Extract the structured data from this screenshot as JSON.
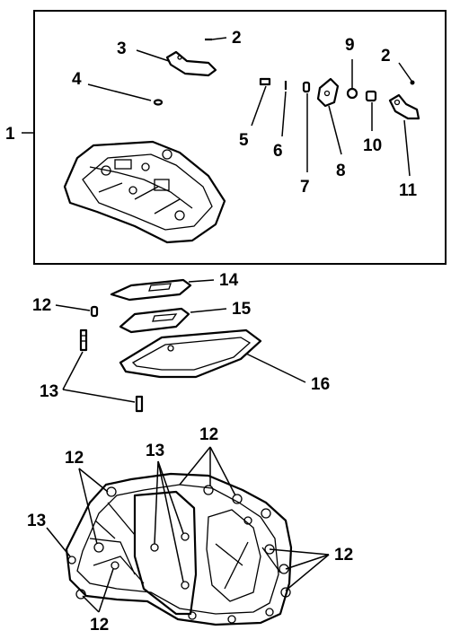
{
  "diagram": {
    "callouts": [
      {
        "id": "c1",
        "text": "1"
      },
      {
        "id": "c2a",
        "text": "2"
      },
      {
        "id": "c2b",
        "text": "2"
      },
      {
        "id": "c3",
        "text": "3"
      },
      {
        "id": "c4",
        "text": "4"
      },
      {
        "id": "c5",
        "text": "5"
      },
      {
        "id": "c6",
        "text": "6"
      },
      {
        "id": "c7",
        "text": "7"
      },
      {
        "id": "c8",
        "text": "8"
      },
      {
        "id": "c9",
        "text": "9"
      },
      {
        "id": "c10",
        "text": "10"
      },
      {
        "id": "c11",
        "text": "11"
      },
      {
        "id": "c12a",
        "text": "12"
      },
      {
        "id": "c13a",
        "text": "13"
      },
      {
        "id": "c14",
        "text": "14"
      },
      {
        "id": "c15",
        "text": "15"
      },
      {
        "id": "c16",
        "text": "16"
      },
      {
        "id": "c12b",
        "text": "12"
      },
      {
        "id": "c12c",
        "text": "12"
      },
      {
        "id": "c13b",
        "text": "13"
      },
      {
        "id": "c13c",
        "text": "13"
      },
      {
        "id": "c12d",
        "text": "12"
      },
      {
        "id": "c12e",
        "text": "12"
      }
    ]
  }
}
